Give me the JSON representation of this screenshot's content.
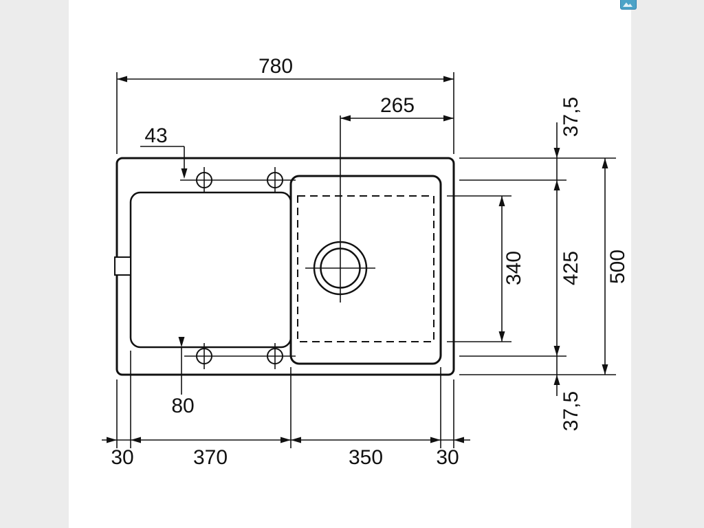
{
  "canvas": {
    "background": "#ffffff",
    "surround": "#ececec",
    "line_color": "#111111",
    "badge_color": "#4da3c7"
  },
  "drawing": {
    "type": "technical-dimension-drawing",
    "subject": "kitchen sink top view with drainer, bowl, drain hole and tap holes",
    "units": "mm"
  },
  "labels": {
    "overall_width": "780",
    "bowl_center_offset": "265",
    "tap_hole_offset_top": "43",
    "margin_top": "37,5",
    "bowl_inner_depth": "340",
    "tap_holes_span": "425",
    "overall_depth": "500",
    "margin_bottom": "37,5",
    "tap_hole_offset_bottom": "80",
    "edge_left": "30",
    "drainer_width": "370",
    "bowl_width": "350",
    "edge_right": "30"
  }
}
